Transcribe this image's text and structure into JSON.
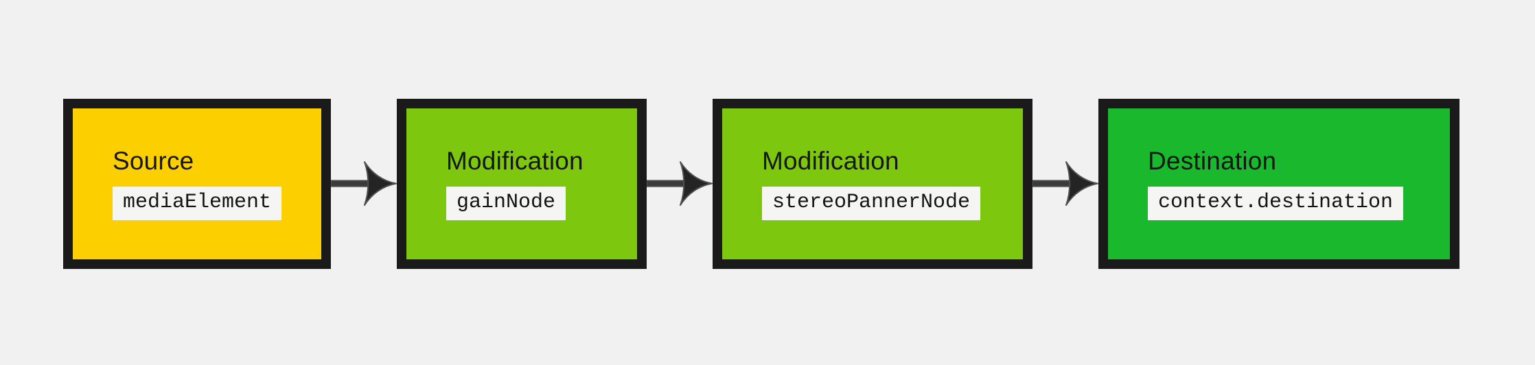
{
  "page": {
    "background_color": "#f1f1f1",
    "description": "Audio node routing flow diagram"
  },
  "colors": {
    "box_border": "#1a1a1a",
    "source_fill": "#fcd000",
    "modification_fill": "#7dc70e",
    "destination_fill": "#1ab92d",
    "code_chip_background": "#f5f5f3",
    "title_text": "#161616",
    "code_text": "#141414",
    "arrow_fill": "#2a2a2a",
    "arrow_stroke": "#555555"
  },
  "nodes": [
    {
      "id": "source",
      "title": "Source",
      "code": "mediaElement",
      "fill": "#fcd000"
    },
    {
      "id": "modification-1",
      "title": "Modification",
      "code": "gainNode",
      "fill": "#7dc70e"
    },
    {
      "id": "modification-2",
      "title": "Modification",
      "code": "stereoPannerNode",
      "fill": "#7dc70e"
    },
    {
      "id": "destination",
      "title": "Destination",
      "code": "context.destination",
      "fill": "#1ab92d"
    }
  ]
}
